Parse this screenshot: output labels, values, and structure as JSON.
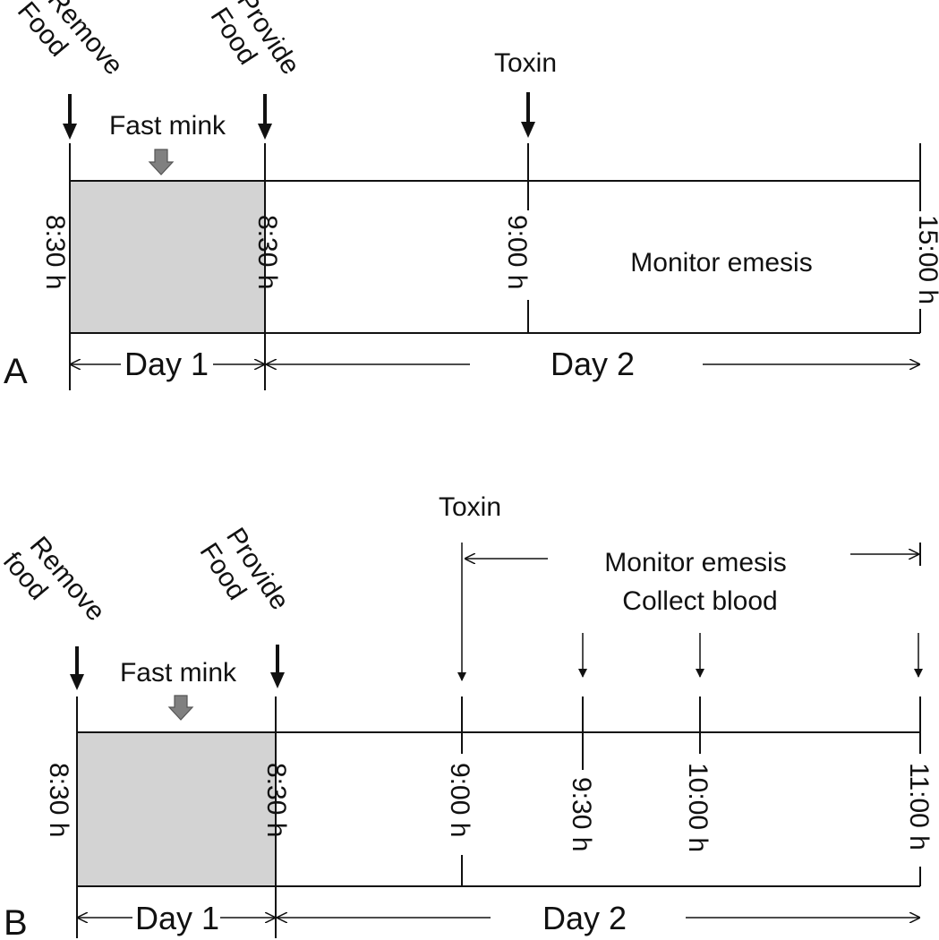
{
  "panel_a": {
    "letter": "A",
    "remove_line1": "Remove",
    "remove_line2": "Food",
    "provide_line1": "Provide",
    "provide_line2": "Food",
    "fast_label": "Fast mink",
    "toxin_label": "Toxin",
    "times": [
      "8:30 h",
      "8:30 h",
      "9:00 h",
      "15:00 h"
    ],
    "monitor_label": "Monitor emesis",
    "day1": "Day 1",
    "day2": "Day 2"
  },
  "panel_b": {
    "letter": "B",
    "remove_line1": "Remove",
    "remove_line2": "food",
    "provide_line1": "Provide",
    "provide_line2": "Food",
    "fast_label": "Fast mink",
    "toxin_label": "Toxin",
    "monitor_label": "Monitor emesis",
    "collect_label": "Collect blood",
    "times": [
      "8:30 h",
      "8:30 h",
      "9:00 h",
      "9:30 h",
      "10:00 h",
      "11:00 h"
    ],
    "day1": "Day 1",
    "day2": "Day 2"
  },
  "colors": {
    "fast_box": "#d3d3d3",
    "fast_arrow": "#808080",
    "line": "#111111"
  },
  "icons": {
    "down_arrow": "down-arrow-icon",
    "fast_arrow": "block-down-arrow-icon"
  }
}
